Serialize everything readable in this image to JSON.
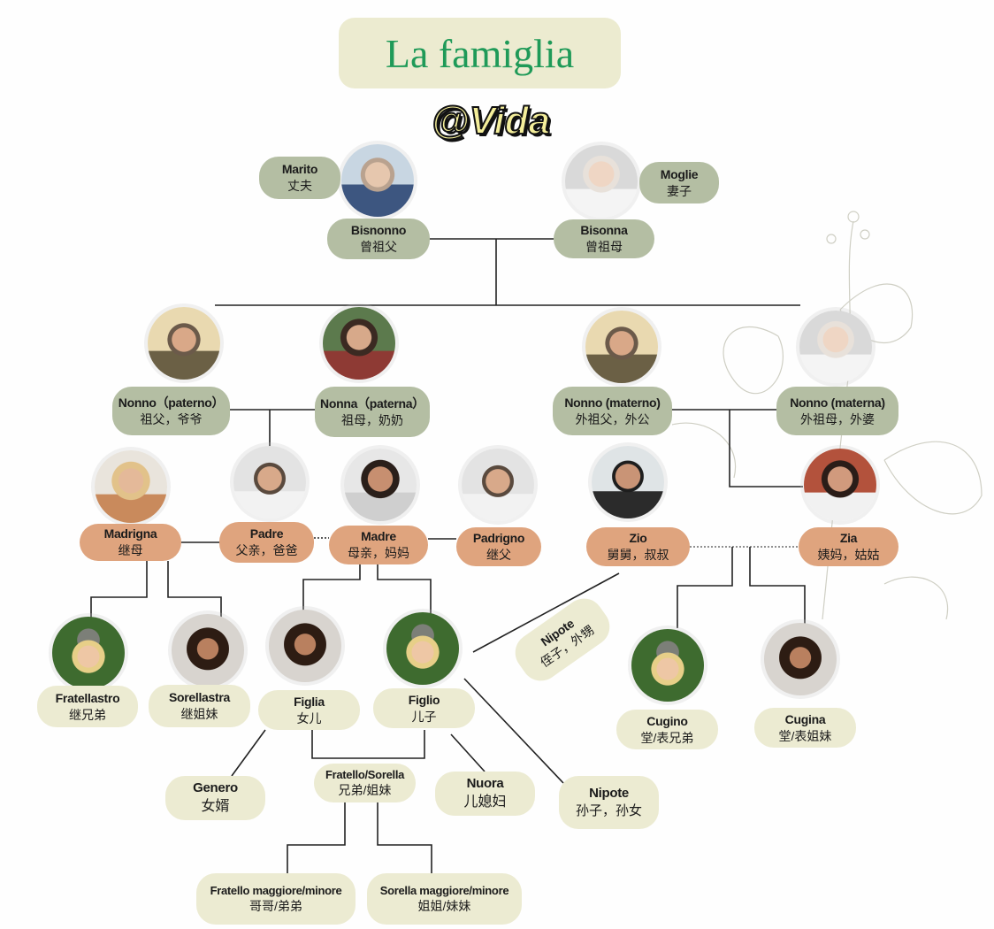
{
  "title": "La famiglia",
  "watermark": "@Vida",
  "colors": {
    "title": "#1f9a58",
    "green_box": "#b4bea3",
    "orange_box": "#dfa47e",
    "cream_box": "#ecebd2",
    "title_box": "#ecebd0"
  },
  "nodes": {
    "marito": {
      "it": "Marito",
      "zh": "丈夫"
    },
    "moglie": {
      "it": "Moglie",
      "zh": "妻子"
    },
    "bisnonno": {
      "it": "Bisnonno",
      "zh": "曾祖父"
    },
    "bisonna": {
      "it": "Bisonna",
      "zh": "曾祖母"
    },
    "nonno_paterno": {
      "it": "Nonno（paterno）",
      "zh": "祖父，爷爷"
    },
    "nonna_paterna": {
      "it": "Nonna（paterna）",
      "zh": "祖母，奶奶"
    },
    "nonno_materno": {
      "it": "Nonno (materno)",
      "zh": "外祖父，外公"
    },
    "nonna_materna": {
      "it": "Nonno (materna)",
      "zh": "外祖母，外婆"
    },
    "madrigna": {
      "it": "Madrigna",
      "zh": "继母"
    },
    "padre": {
      "it": "Padre",
      "zh": "父亲，爸爸"
    },
    "madre": {
      "it": "Madre",
      "zh": "母亲，妈妈"
    },
    "padrigno": {
      "it": "Padrigno",
      "zh": "继父"
    },
    "zio": {
      "it": "Zio",
      "zh": "舅舅，叔叔"
    },
    "zia": {
      "it": "Zia",
      "zh": "姨妈，姑姑"
    },
    "fratellastro": {
      "it": "Fratellastro",
      "zh": "继兄弟"
    },
    "sorellastra": {
      "it": "Sorellastra",
      "zh": "继姐妹"
    },
    "figlia": {
      "it": "Figlia",
      "zh": "女儿"
    },
    "figlio": {
      "it": "Figlio",
      "zh": "儿子"
    },
    "nipote_zio": {
      "it": "Nipote",
      "zh": "侄子，外甥"
    },
    "cugino": {
      "it": "Cugino",
      "zh": "堂/表兄弟"
    },
    "cugina": {
      "it": "Cugina",
      "zh": "堂/表姐妹"
    },
    "genero": {
      "it": "Genero",
      "zh": "女婿"
    },
    "fratello_sorella": {
      "it": "Fratello/Sorella",
      "zh": "兄弟/姐妹"
    },
    "nuora": {
      "it": "Nuora",
      "zh": "儿媳妇"
    },
    "nipote_nonni": {
      "it": "Nipote",
      "zh": "孙子，孙女"
    },
    "fratello_maggiore": {
      "it": "Fratello maggiore/minore",
      "zh": "哥哥/弟弟"
    },
    "sorella_maggiore": {
      "it": "Sorella maggiore/minore",
      "zh": "姐姐/妹妹"
    }
  }
}
